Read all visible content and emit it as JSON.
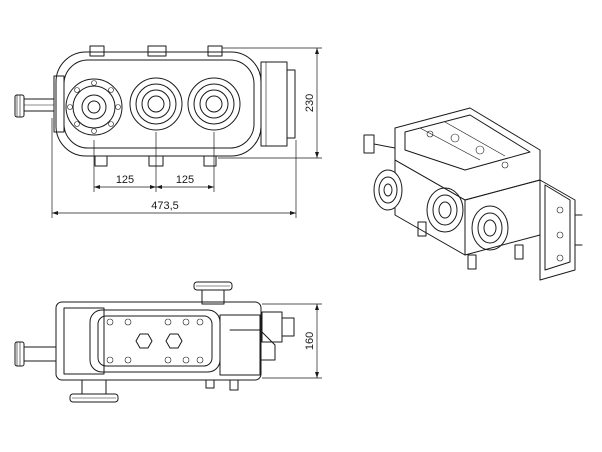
{
  "dimensions": {
    "overall_length": "473,5",
    "height_front": "230",
    "shaft_spacing_left": "125",
    "shaft_spacing_right": "125",
    "height_top": "160"
  },
  "colors": {
    "line": "#1a1a1a",
    "background": "#ffffff"
  }
}
